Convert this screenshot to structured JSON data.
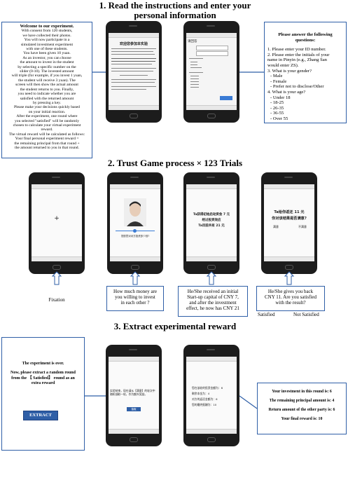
{
  "section1": {
    "title_line1": "1. Read the instructions and enter your",
    "title_line2": "personal information",
    "left_box": {
      "heading": "Welcome to our experiment.",
      "lines": [
        "With consent from 120 students,",
        "we have collected their photos.",
        "You will now participate in a",
        "simulated investment experiment",
        "with one of these students.",
        "You have been given 10 yuan.",
        "As an investor, you can choose",
        "the amount to invest in the student",
        "by selecting a specific number on the",
        "slider (0-10). The invested amount",
        "will triple (for example, if you invest 1 yuan,",
        "the student will receive 3 yuan). The",
        "screen will then show the actual amount",
        "the student returns to you. Finally,",
        "you need to indicate whether you are",
        "satisfied with the returned amount",
        "by pressing a key.",
        "Please make your decisions quickly based",
        "on your initial reaction.",
        "After the experiment, one round where",
        "you selected \"satisfied\" will be randomly",
        "chosen to calculate your virtual experiment",
        "reward.",
        "The virtual reward will be calculated as follows:",
        "Your final personal experiment reward =",
        "the remaining principal from that round +",
        "the amount returned to you in that round."
      ]
    },
    "right_box": {
      "heading_line1": "Please answer the following",
      "heading_line2": "questions:",
      "lines": [
        "1. Please enter your ID number.",
        "2. Please enter the initials of your",
        "name in Pinyin (e.g., Zhang San",
        "would enter ZS).",
        "3. What is your gender?",
        "- Male",
        "- Female",
        "- Prefer not to disclose/Other",
        "4. What is your age?",
        "- Under 18",
        "- 18-25",
        "- 26-35",
        "- 36-55",
        "- Over 55"
      ]
    },
    "phone1": {
      "title": "欢迎您参加本实验"
    },
    "phone2": {
      "title": "请回答"
    }
  },
  "section2": {
    "title": "2. Trust Game process × 123 Trials",
    "phone_fix": {
      "symbol": "+"
    },
    "phone_face": {
      "caption": "您愿意对对方投资多少钱?"
    },
    "phone_received": {
      "line1": "Ta获得初始启动资金 7 元",
      "line2": "经过投资效应",
      "line3": "Ta目前共有 21 元"
    },
    "phone_return": {
      "line1": "Ta给你返还 11 元",
      "line2": "你对该结果是否满意?",
      "left": "满意",
      "right": "不满意"
    },
    "captions": {
      "fixation": "Fixation",
      "invest": [
        "How much money are",
        "you willing to invest",
        "in each other ?"
      ],
      "received": [
        "He/She received an initial",
        "Start-up capital of CNY 7,",
        "and after the investment",
        "effect, he now has CNY  21"
      ],
      "return": [
        "He/She gives you back",
        "CNY 11. Are you satisfied",
        "with the result?"
      ],
      "satisfied": "Satisfied",
      "not_satisfied": "Not Satisfied"
    }
  },
  "section3": {
    "title": "3. Extract experimental reward",
    "left_box": {
      "line1": "The experiment is over.",
      "line2": "Now, please extract a random round",
      "line3": "from the 【 Satisfied】 round as an",
      "line4": "extra reward",
      "button": "EXTRACT"
    },
    "phone_extract": {
      "text": "实验结束，现在请从【满意】的轮次中随机抽取一轮，作为额外奖励。",
      "button": "抽取"
    },
    "phone_result": {
      "lines": [
        "您在该轮的投资金额为：6",
        "剩余本金为：4",
        "对方的返还金额为：6",
        "您的最终报酬为：10"
      ]
    },
    "right_box": {
      "lines": [
        "Your investment  in this round is: 6",
        "The remaining principal amount is: 4",
        "Return amount of the other party is: 6",
        "Your final reward is: 10"
      ]
    }
  }
}
